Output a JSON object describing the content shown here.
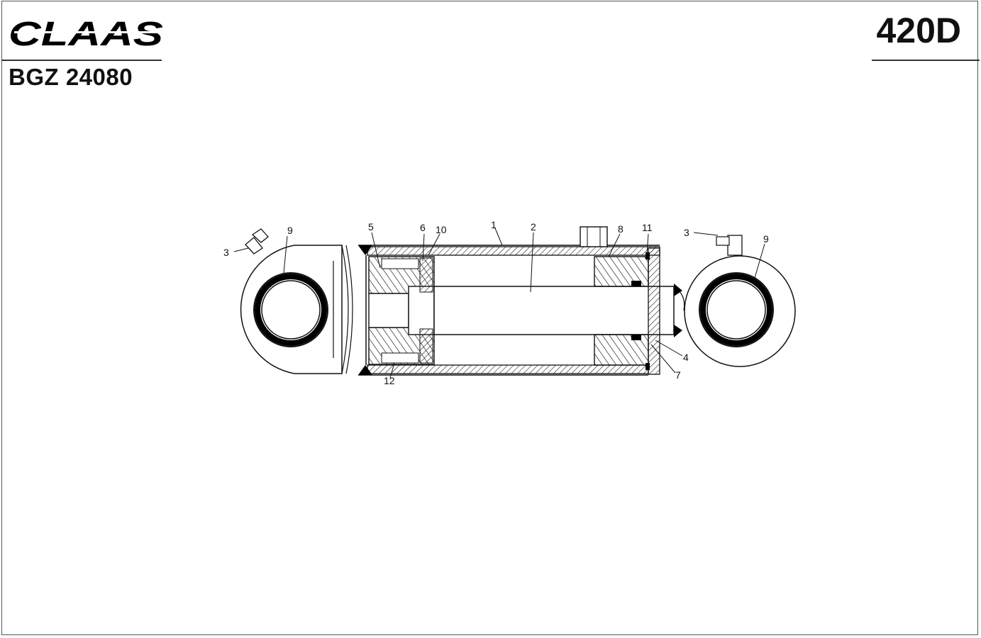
{
  "header": {
    "brand": "CLAAS",
    "document_code": "BGZ 24080",
    "page_code": "420D"
  },
  "callouts": {
    "c1": "1",
    "c2": "2",
    "c3_left": "3",
    "c3_right": "3",
    "c4": "4",
    "c5": "5",
    "c6": "6",
    "c7": "7",
    "c8": "8",
    "c9_left": "9",
    "c9_right": "9",
    "c10": "10",
    "c11": "11",
    "c12": "12"
  }
}
